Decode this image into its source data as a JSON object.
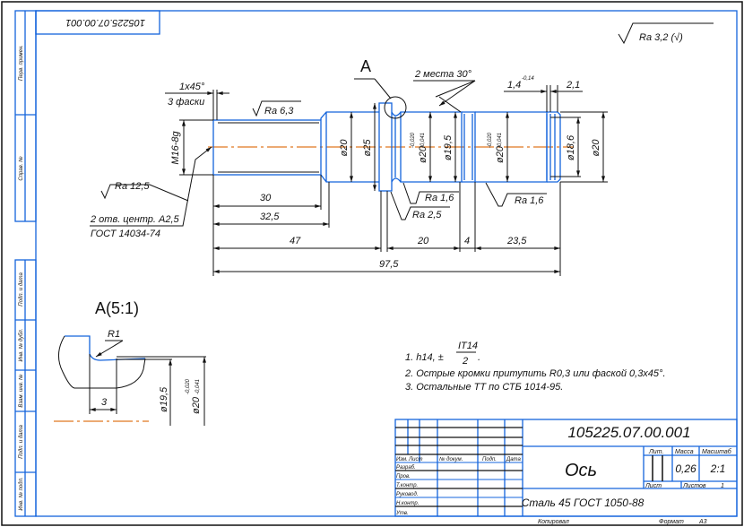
{
  "colors": {
    "frame": "#1464dc",
    "centerline": "#e07820",
    "lines": "#111111"
  },
  "stamp_top": "105225.07.00.001",
  "side_labels": [
    "Перв. примен.",
    "Справ. №",
    "Подп. и дата",
    "Инв. № дубл.",
    "Взам. инв. №",
    "Подп. и дата",
    "Инв. № подл."
  ],
  "roughness_general": "Ra 3,2 (√)",
  "view_label": "A",
  "annotations": {
    "chamfer_size": "1x45°",
    "chamfer_count": "3 фаски",
    "grooves": "2 места 30°",
    "thread": "M16-8g",
    "center_holes": "2 отв. центр. A2,5",
    "center_holes_std": "ГОСТ 14034-74",
    "ra_thread": "Ra 6,3",
    "ra_end": "Ra 12,5",
    "ra_journal_1": "Ra 1,6",
    "ra_shoulder": "Ra 2,5",
    "ra_journal_2": "Ra 1,6"
  },
  "dims": {
    "d20a": "ø20",
    "d25": "ø25",
    "d20b": "ø20",
    "d195": "ø19,5",
    "d20c": "ø20",
    "d186": "ø18,6",
    "d20end": "ø20",
    "tol_upper": "-0,020",
    "tol_lower": "-0,041",
    "l14": "1,4",
    "l14_tol": "-0,14",
    "l21": "2,1",
    "l30": "30",
    "l325": "32,5",
    "l47": "47",
    "l20": "20",
    "l4": "4",
    "l235": "23,5",
    "l975": "97,5"
  },
  "detail": {
    "title": "A(5:1)",
    "radius": "R1",
    "length": "3",
    "d195": "ø19,5",
    "d20": "ø20",
    "tol_upper": "-0,020",
    "tol_lower": "-0,041"
  },
  "notes": {
    "n1_prefix": "1. h14, ±",
    "n1_num": "IT14",
    "n1_den": "2",
    "n1_suffix": ".",
    "n2": "2. Острые кромки притупить R0,3 или фаской 0,3x45°.",
    "n3": "3. Остальные ТТ по СТБ 1014-95."
  },
  "title_block": {
    "designation": "105225.07.00.001",
    "name": "Ось",
    "material": "Сталь 45 ГОСТ 1050-88",
    "col_izm": "Изм.",
    "col_list": "Лист",
    "col_doc": "№ докум.",
    "col_sign": "Подп.",
    "col_date": "Дата",
    "roles": [
      "Разраб.",
      "Пров.",
      "Т.контр.",
      "Руковод.",
      "Н.контр.",
      "Утв."
    ],
    "lit_label": "Лит.",
    "mass_label": "Масса",
    "scale_label": "Масштаб",
    "mass": "0,26",
    "scale": "2:1",
    "sheet_label": "Лист",
    "sheets_label": "Листов",
    "sheets": "1",
    "copied": "Копировал",
    "format_label": "Формат",
    "format": "A3"
  }
}
